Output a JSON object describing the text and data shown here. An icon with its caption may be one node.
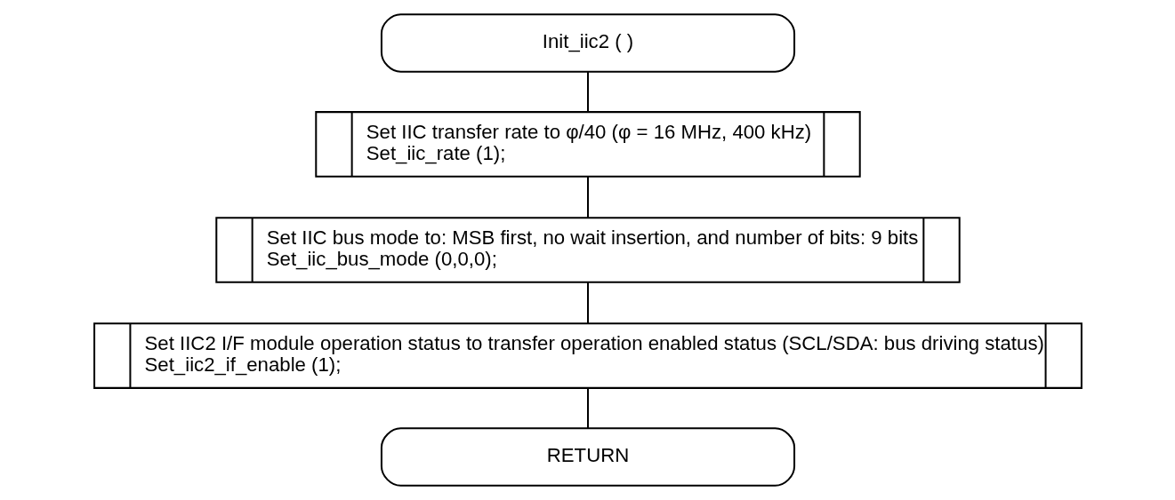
{
  "diagram": {
    "nodes": [
      {
        "text": [
          "Init_iic2 ( )"
        ]
      },
      {
        "text": [
          "Set IIC transfer rate to φ/40 (φ = 16 MHz, 400 kHz)",
          "Set_iic_rate (1);"
        ]
      },
      {
        "text": [
          "Set IIC bus mode to: MSB first, no wait insertion, and number of bits: 9 bits",
          "Set_iic_bus_mode (0,0,0);"
        ]
      },
      {
        "text": [
          "Set IIC2 I/F module operation status to transfer operation enabled status (SCL/SDA: bus driving status)",
          "Set_iic2_if_enable (1);"
        ]
      },
      {
        "text": [
          "RETURN"
        ]
      }
    ],
    "edges": [
      {
        "from": 0,
        "to": 1,
        "arrow": "none"
      },
      {
        "from": 1,
        "to": 2,
        "arrow": "none"
      },
      {
        "from": 2,
        "to": 3,
        "arrow": "none"
      },
      {
        "from": 3,
        "to": 4,
        "arrow": "none"
      }
    ]
  }
}
